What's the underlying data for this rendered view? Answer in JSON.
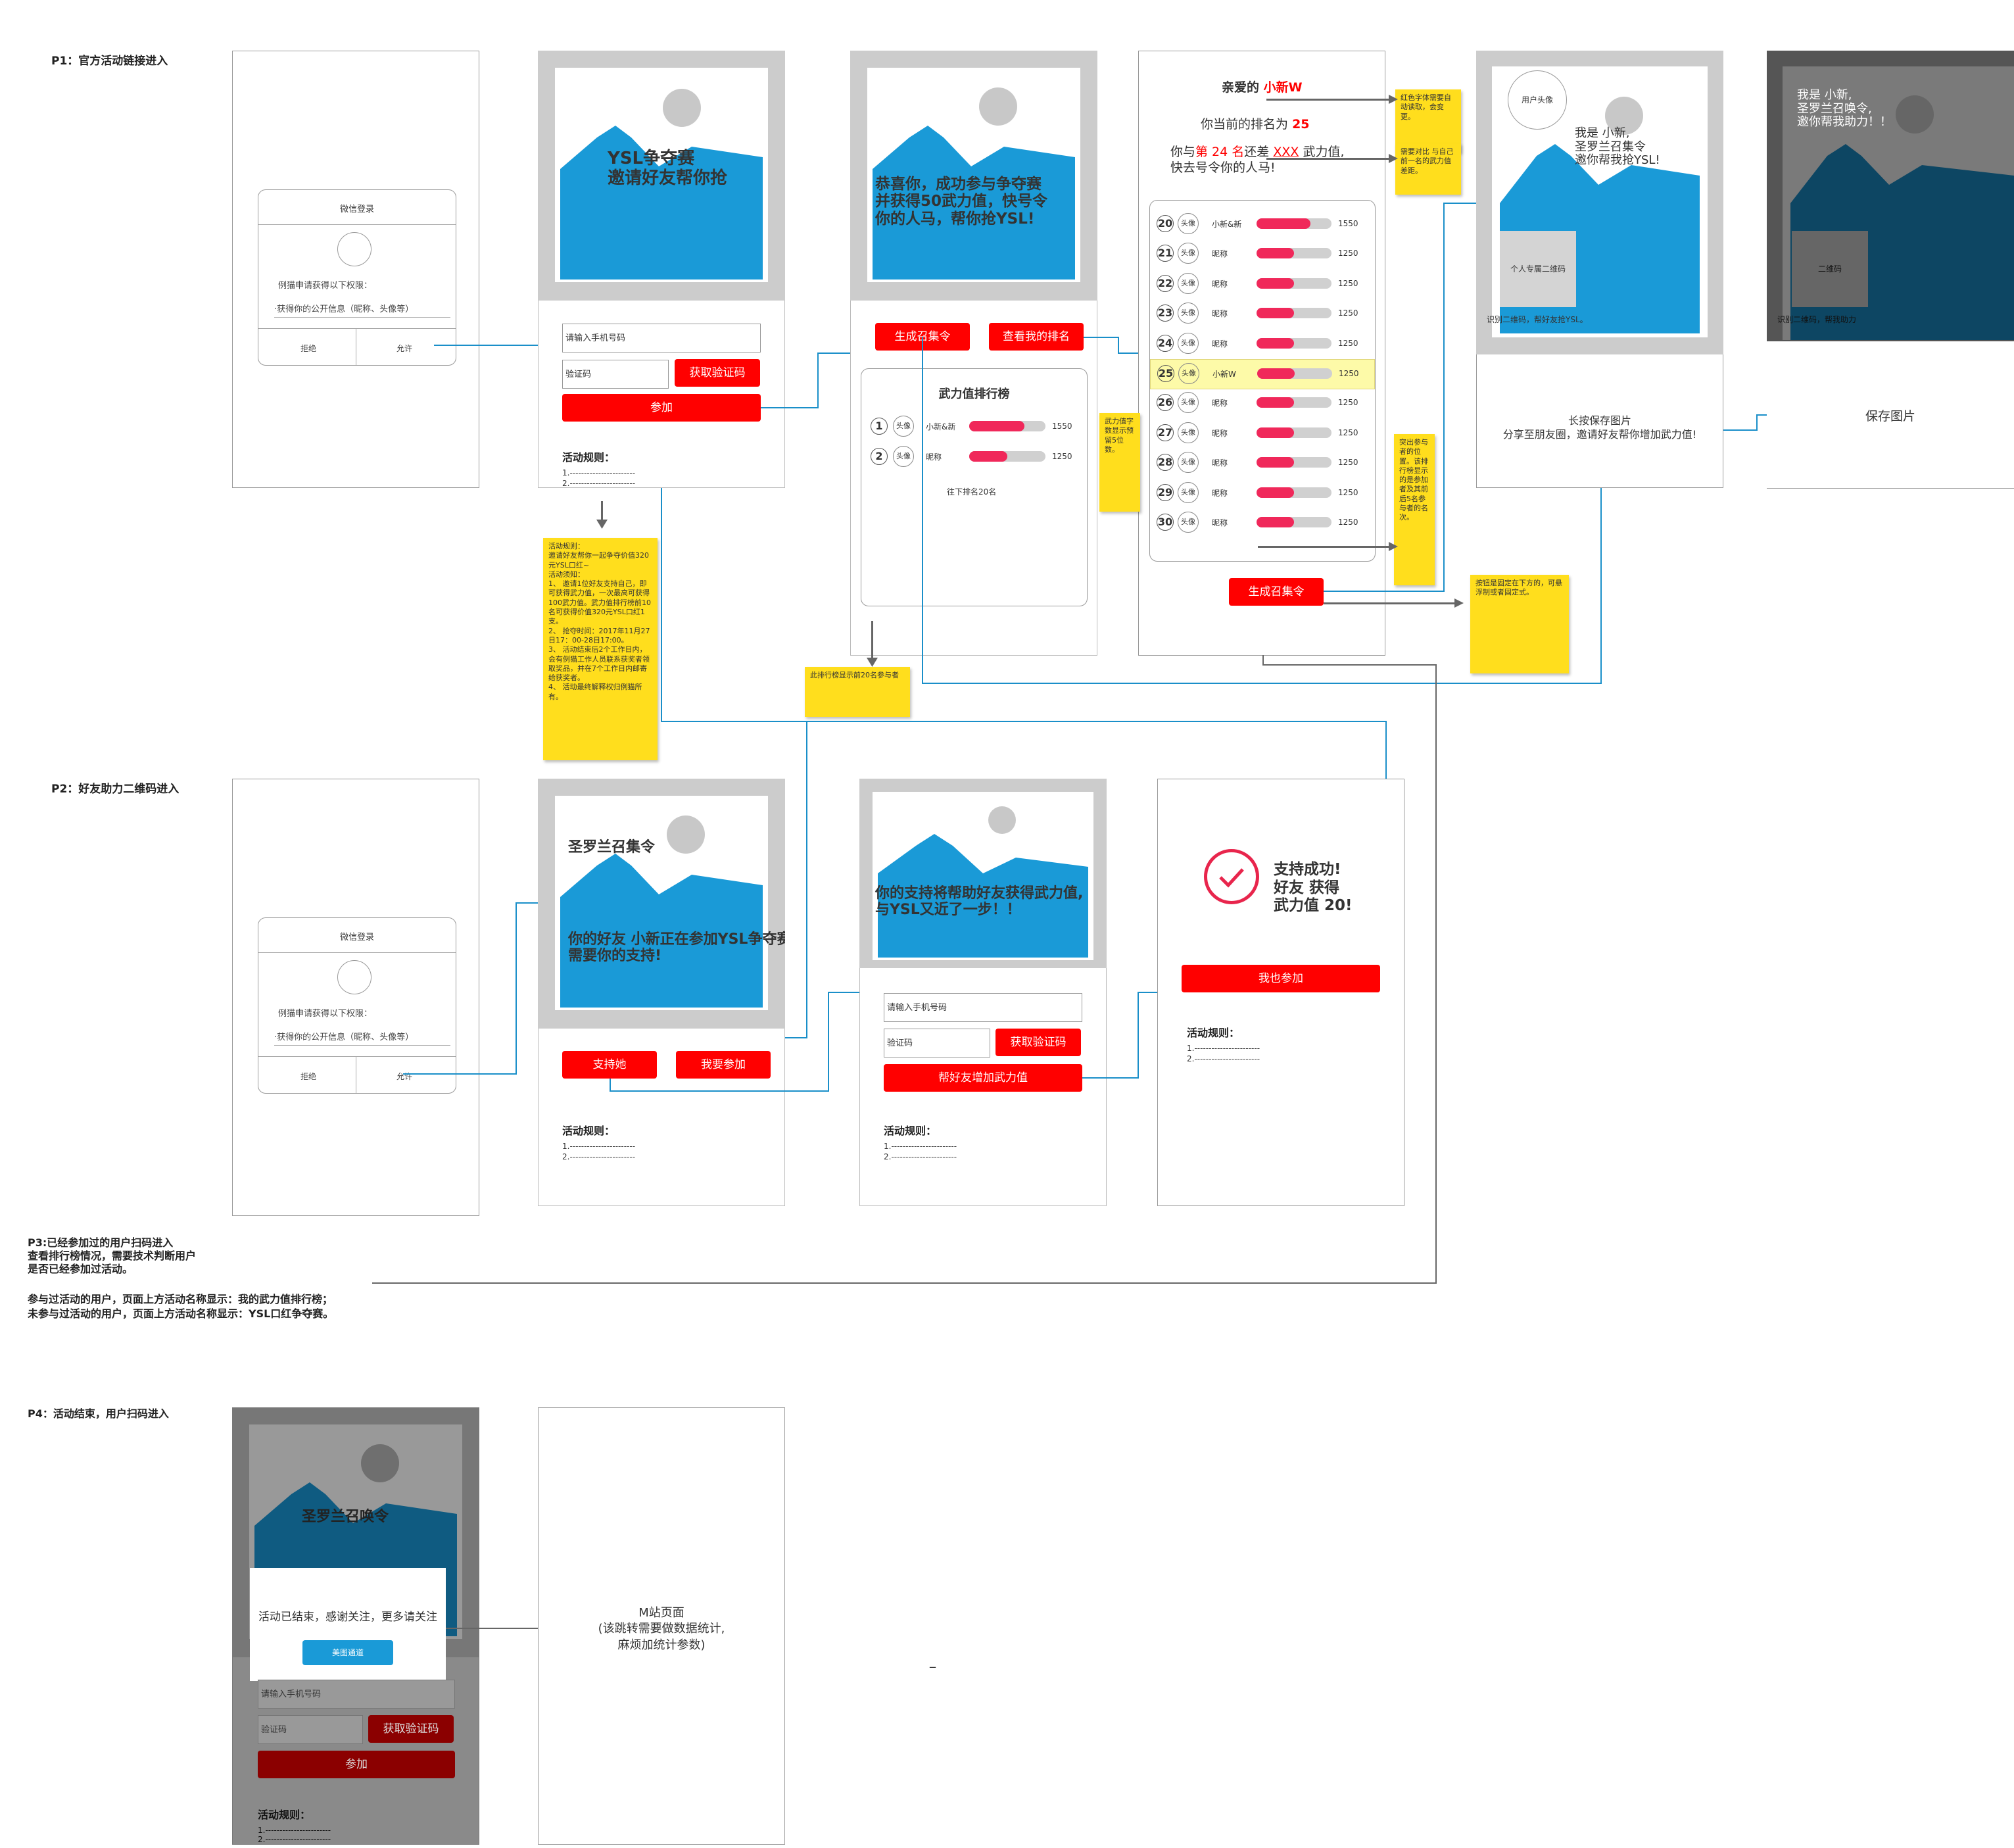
{
  "labels": {
    "p1": "P1：官方活动链接进入",
    "p2": "P2：好友助力二维码进入",
    "p3_1": "P3:已经参加过的用户扫码进入",
    "p3_2": "查看排行榜情况，需要技术判断用户",
    "p3_3": "是否已经参加过活动。",
    "p3_4": "参与过活动的用户，页面上方活动名称显示：我的武力值排行榜；",
    "p3_5": "未参与过活动的用户，页面上方活动名称显示：YSL口红争夺赛。",
    "p4": "P4：活动结束，用户扫码进入"
  },
  "wechat": {
    "title": "微信登录",
    "perm": "例猫申请获得以下权限：",
    "info": "·获得你的公开信息（昵称、头像等）",
    "reject": "拒绝",
    "allow": "允许"
  },
  "form": {
    "phone": "请输入手机号码",
    "code": "验证码",
    "get_code": "获取验证码",
    "join": "参加",
    "help": "帮好友增加武力值",
    "rules": "活动规则：",
    "rule1": "1.-----------------------",
    "rule2": "2.-----------------------"
  },
  "screen2": {
    "title1": "YSL争夺赛",
    "title2": "邀请好友帮你抢"
  },
  "screen3": {
    "text1": "恭喜你，成功参与争夺赛",
    "text2": "并获得50武力值，快号令",
    "text3": "你的人马，帮你抢YSL!",
    "btn_gen": "生成召集令",
    "btn_rank": "查看我的排名",
    "board_title": "武力值排行榜",
    "rows": [
      {
        "num": "1",
        "avatar": "头像",
        "name": "小新&新",
        "value": "1550",
        "fill": 0.72
      },
      {
        "num": "2",
        "avatar": "头像",
        "name": "昵称",
        "value": "1250",
        "fill": 0.5
      }
    ],
    "more": "往下排名20名"
  },
  "screen4": {
    "greet": "亲爱的",
    "name": "小新W",
    "rank_prefix": "你当前的排名为",
    "rank": "25",
    "gap1": "你与",
    "gap2": "第 24 名",
    "gap3": "还差",
    "gap4": "XXX",
    "gap5": "武力值,",
    "gap6": "快去号令你的人马!",
    "rows": [
      {
        "num": "20",
        "avatar": "头像",
        "name": "小新&新",
        "value": "1550",
        "fill": 0.72
      },
      {
        "num": "21",
        "avatar": "头像",
        "name": "昵称",
        "value": "1250",
        "fill": 0.5
      },
      {
        "num": "22",
        "avatar": "头像",
        "name": "昵称",
        "value": "1250",
        "fill": 0.5
      },
      {
        "num": "23",
        "avatar": "头像",
        "name": "昵称",
        "value": "1250",
        "fill": 0.5
      },
      {
        "num": "24",
        "avatar": "头像",
        "name": "昵称",
        "value": "1250",
        "fill": 0.5
      },
      {
        "num": "25",
        "avatar": "头像",
        "name": "小新W",
        "value": "1250",
        "fill": 0.5
      },
      {
        "num": "26",
        "avatar": "头像",
        "name": "昵称",
        "value": "1250",
        "fill": 0.5
      },
      {
        "num": "27",
        "avatar": "头像",
        "name": "昵称",
        "value": "1250",
        "fill": 0.5
      },
      {
        "num": "28",
        "avatar": "头像",
        "name": "昵称",
        "value": "1250",
        "fill": 0.5
      },
      {
        "num": "29",
        "avatar": "头像",
        "name": "昵称",
        "value": "1250",
        "fill": 0.5
      },
      {
        "num": "30",
        "avatar": "头像",
        "name": "昵称",
        "value": "1250",
        "fill": 0.5
      }
    ],
    "btn_gen": "生成召集令"
  },
  "screen5": {
    "avatar": "用户头像",
    "text1": "我是 小新,",
    "text2": "圣罗兰召集令",
    "text3": "邀你帮我抢YSL!",
    "qr": "个人专属二维码",
    "scan": "识别二维码，帮好友抢YSL。",
    "save1": "长按保存图片",
    "save2": "分享至朋友圈，邀请好友帮你增加武力值!"
  },
  "screen6": {
    "text1": "我是 小新,",
    "text2": "圣罗兰召唤令,",
    "text3": "邀你帮我助力！！",
    "qr": "二维码",
    "scan": "识别二维码，帮我助力",
    "save": "保存图片"
  },
  "notes": {
    "red_font": "红色字体需要自动读取，会变更。",
    "compare": "需要对比 与自己前一名的武力值差距。",
    "digits": "武力值字数显示预留5位数。",
    "highlight": "突出参与者的位置。该排行榜显示的是参加者及其前后5名参与者的名次。",
    "fixed": "按钮是固定在下方的，可悬浮制或者固定式。",
    "top20": "此排行榜显示前20名参与者",
    "rules_lines": [
      "活动规则：",
      "邀请好友帮你一起争夺价值320元YSL口红~",
      "活动须知：",
      "1、 邀请1位好友支持自己，即可获得武力值，一次最高可获得100武力值。武力值排行榜前10名可获得价值320元YSL口红1支。",
      "2、 抢夺时间：2017年11月27日17：00-28日17:00。",
      "3、 活动结束后2个工作日内，会有例猫工作人员联系获奖者领取奖品，并在7个工作日内邮寄给获奖者。",
      "4、 活动最终解释权归例猫所有。"
    ]
  },
  "p2": {
    "title": "圣罗兰召集令",
    "text1": "你的好友 小新正在参加YSL争夺赛,",
    "text2": "需要你的支持!",
    "support": "支持她",
    "join": "我要参加",
    "text3": "你的支持将帮助好友获得武力值,",
    "text4": "与YSL又近了一步！！",
    "success1": "支持成功!",
    "success2": "好友 获得",
    "success3": "武力值 20!",
    "also_join": "我也参加"
  },
  "p4": {
    "title": "圣罗兰召唤令",
    "ended": "活动已结束，感谢关注，更多请关注",
    "channel": "美图通道",
    "m1": "M站页面",
    "m2": "(该跳转需要做数据统计,",
    "m3": "麻烦加统计参数)",
    "dash": "_"
  },
  "colors": {
    "accent_red": "#ff0000",
    "blue": "#1a9ad7",
    "sticky": "#ffde1d",
    "bar": "#f0285a",
    "line": "#1a8fc9"
  }
}
